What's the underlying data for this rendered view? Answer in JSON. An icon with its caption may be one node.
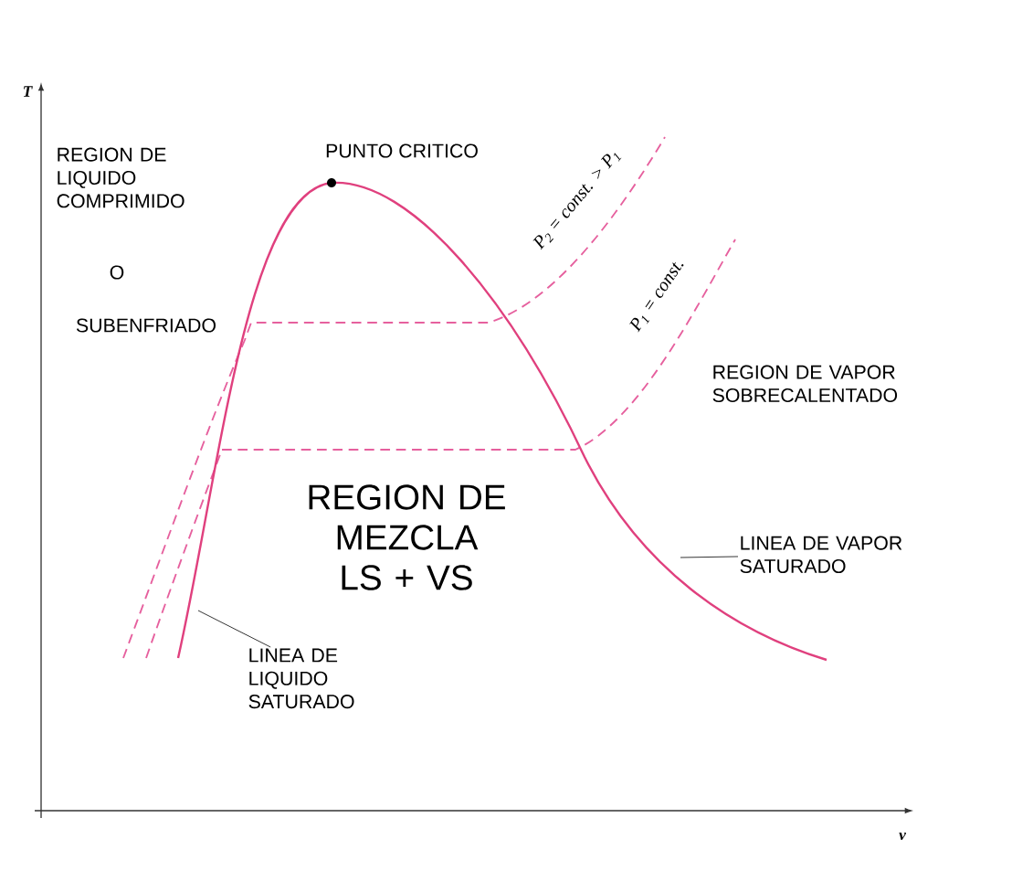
{
  "diagram": {
    "nodes": [
      {
        "text": [
          "LINEA DE LIQUIDO SATURADO"
        ]
      },
      {
        "text": [
          "LINEA DE VAPOR SATURADO"
        ]
      }
    ],
    "edges": [
      {
        "from": 0,
        "to": null,
        "arrow": "none"
      },
      {
        "from": 1,
        "to": null,
        "arrow": "none"
      }
    ],
    "labels": [
      "T",
      "PUNTO CRITICO",
      "REGION DE LIQUIDO COMPRIMIDO",
      "O",
      "SUBENFRIADO",
      "P$_{2}$ = const. > P$_{1}$",
      "P$_{1}$ = const.",
      "REGION DE VAPOR SOBRECALENTADO",
      "REGION DE MEZCLA LS + VS",
      "v"
    ]
  }
}
